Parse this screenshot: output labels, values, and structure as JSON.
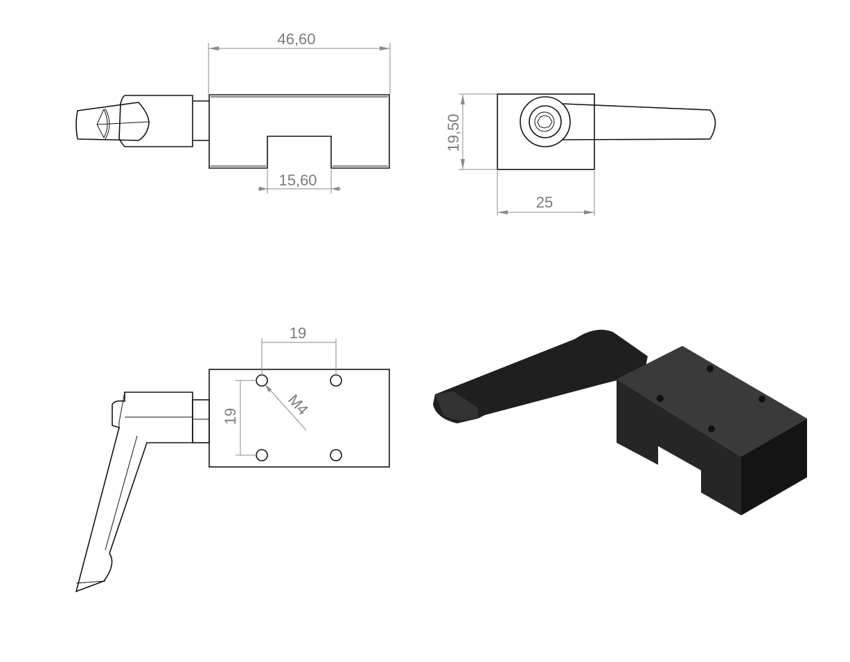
{
  "drawing": {
    "views": {
      "front": {
        "dimensions": {
          "overall_length": "46,60",
          "slot_width": "15,60"
        }
      },
      "side": {
        "dimensions": {
          "height": "19,50",
          "width": "25"
        }
      },
      "bottom": {
        "dimensions": {
          "hole_spacing_x": "19",
          "hole_spacing_y": "19",
          "thread": "M4"
        }
      }
    },
    "colors": {
      "line": "#111111",
      "dimension": "#8a8a8a",
      "render_dark": "#2b2b2b"
    }
  }
}
